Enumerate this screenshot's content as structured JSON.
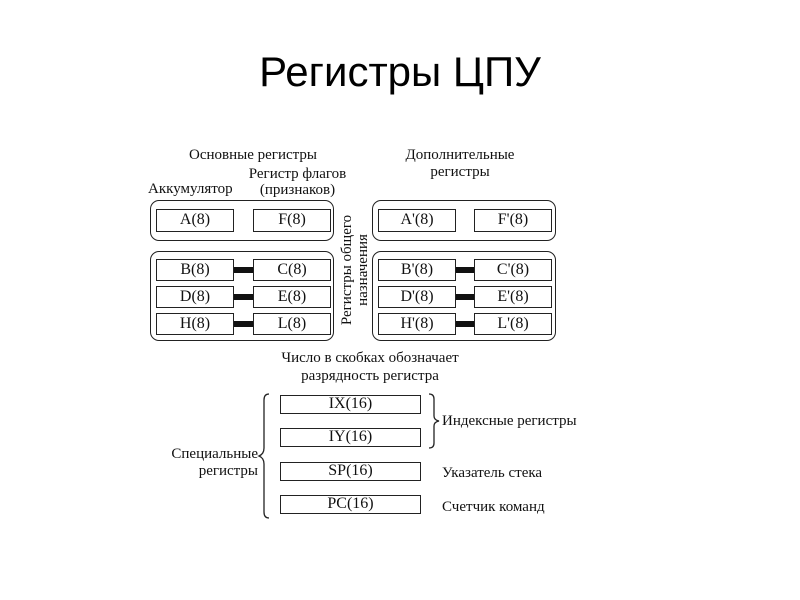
{
  "title": "Регистры ЦПУ",
  "main_registers": {
    "label": "Основные регистры",
    "accumulator_label": "Аккумулятор",
    "flags_label_line1": "Регистр флагов",
    "flags_label_line2": "(признаков)",
    "accumulator": "A(8)",
    "flags": "F(8)",
    "pairs": [
      [
        "B(8)",
        "C(8)"
      ],
      [
        "D(8)",
        "E(8)"
      ],
      [
        "H(8)",
        "L(8)"
      ]
    ]
  },
  "alt_registers": {
    "label_line1": "Дополнительные",
    "label_line2": "регистры",
    "accumulator": "A'(8)",
    "flags": "F'(8)",
    "pairs": [
      [
        "B'(8)",
        "C'(8)"
      ],
      [
        "D'(8)",
        "E'(8)"
      ],
      [
        "H'(8)",
        "L'(8)"
      ]
    ]
  },
  "general_purpose_label_line1": "Регистры общего",
  "general_purpose_label_line2": "назначения",
  "note_line1": "Число в скобках обозначает",
  "note_line2": "разрядность регистра",
  "special": {
    "label_line1": "Специальные",
    "label_line2": "регистры",
    "registers": [
      "IX(16)",
      "IY(16)",
      "SP(16)",
      "PC(16)"
    ],
    "index_label": "Индексные регистры",
    "sp_label": "Указатель стека",
    "pc_label": "Счетчик команд"
  }
}
